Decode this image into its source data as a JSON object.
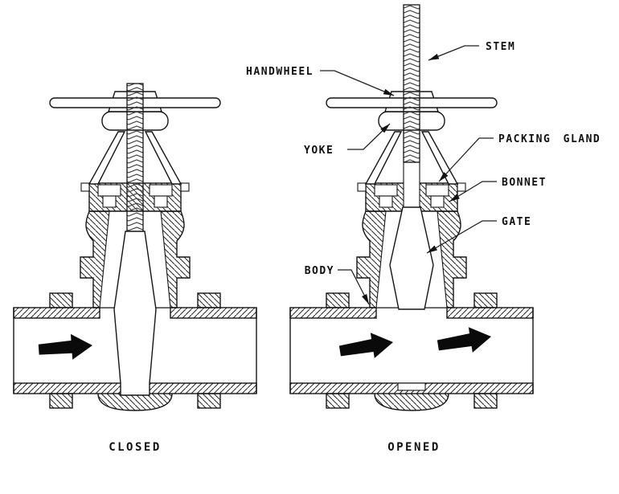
{
  "figure": {
    "type": "technical-cross-section-diagram",
    "subject": "gate valve, closed and opened states",
    "captions": {
      "left": "CLOSED",
      "right": "OPENED"
    },
    "labels": {
      "handwheel": "HANDWHEEL",
      "stem": "STEM",
      "yoke": "YOKE",
      "packing_gland": "PACKING GLAND",
      "bonnet": "BONNET",
      "gate": "GATE",
      "body": "BODY"
    },
    "colors": {
      "background": "#ffffff",
      "line": "#151515",
      "flow_arrow_fill": "#0a0a0a"
    },
    "flow_direction": "left-to-right"
  }
}
